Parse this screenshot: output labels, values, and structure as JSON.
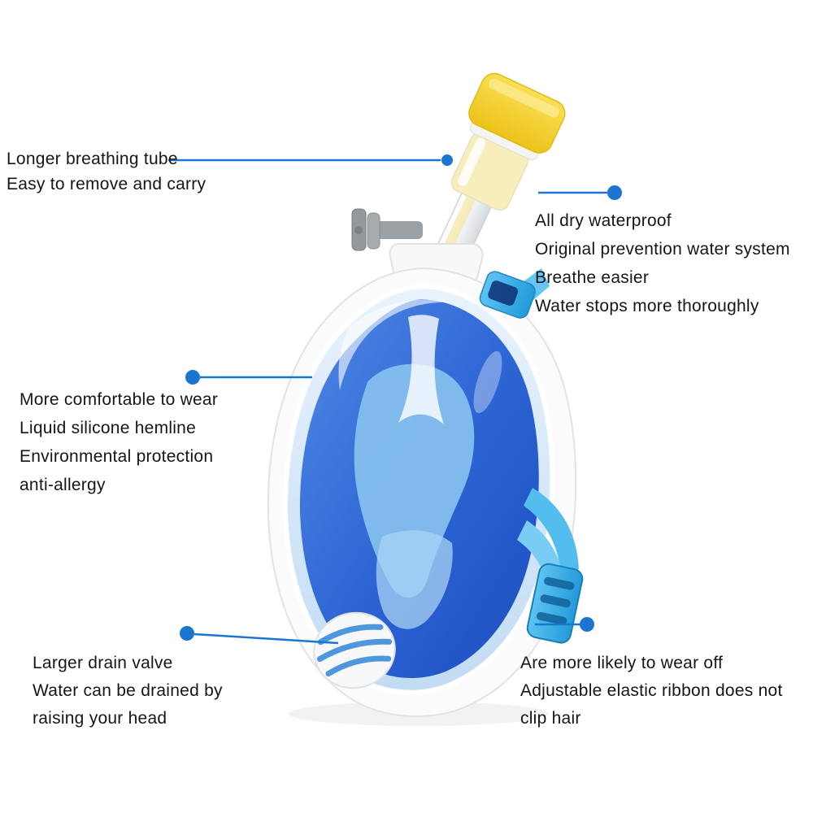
{
  "page": {
    "description": "Annotated product diagram of a full-face snorkel mask with dry-top snorkel"
  },
  "colors": {
    "callout_blue": "#1b76d1",
    "text": "#161616",
    "mask_skirt_blue": "#2b63d3",
    "inner_mask_blue": "#85bfee",
    "strap_blue": "#45b3ea",
    "snorkel_cap_yellow": "#f2ce2c",
    "frame_white": "#fbfbfb"
  },
  "product": {
    "name": "full-face snorkel mask"
  },
  "callouts": {
    "top_left": {
      "lines": [
        "Longer breathing tube",
        "Easy to remove and carry"
      ]
    },
    "top_right": {
      "lines": [
        "All dry waterproof",
        "Original prevention water system",
        "Breathe easier",
        "Water stops more thoroughly"
      ]
    },
    "mid_left": {
      "lines": [
        "More comfortable to wear",
        "Liquid silicone hemline",
        "Environmental protection",
        "anti-allergy"
      ]
    },
    "bottom_left": {
      "lines": [
        "Larger drain valve",
        "Water can be drained by",
        "raising your head"
      ]
    },
    "bottom_right": {
      "lines": [
        "Are more likely to wear off",
        "Adjustable elastic ribbon does not",
        "clip hair"
      ]
    }
  }
}
